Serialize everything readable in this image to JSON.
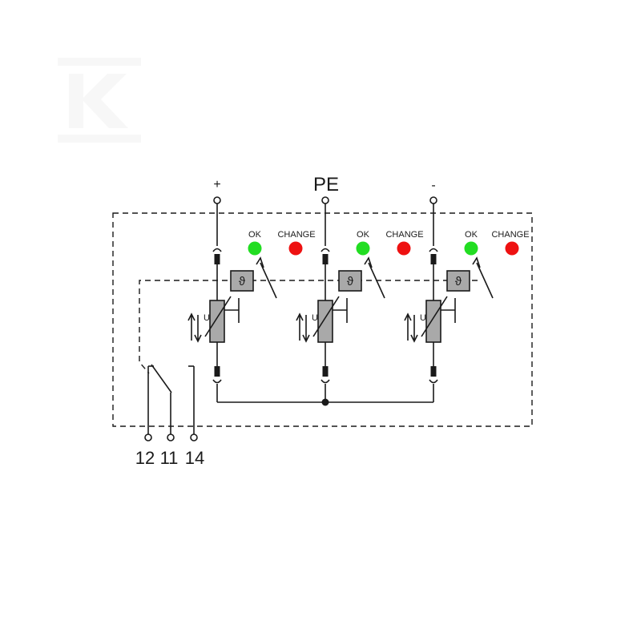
{
  "logo": {
    "letter": "K"
  },
  "terminals": {
    "plus": "+",
    "pe": "PE",
    "minus": "-"
  },
  "channels": [
    {
      "ok_label": "OK",
      "change_label": "CHANGE",
      "theta": "ϑ",
      "u_label": "U"
    },
    {
      "ok_label": "OK",
      "change_label": "CHANGE",
      "theta": "ϑ",
      "u_label": "U"
    },
    {
      "ok_label": "OK",
      "change_label": "CHANGE",
      "theta": "ϑ",
      "u_label": "U"
    }
  ],
  "contacts": {
    "c12": "12",
    "c11": "11",
    "c14": "14"
  },
  "colors": {
    "ok": "#22dd22",
    "change": "#ee1111",
    "component_fill": "#a9a9a9",
    "line": "#1a1a1a"
  }
}
